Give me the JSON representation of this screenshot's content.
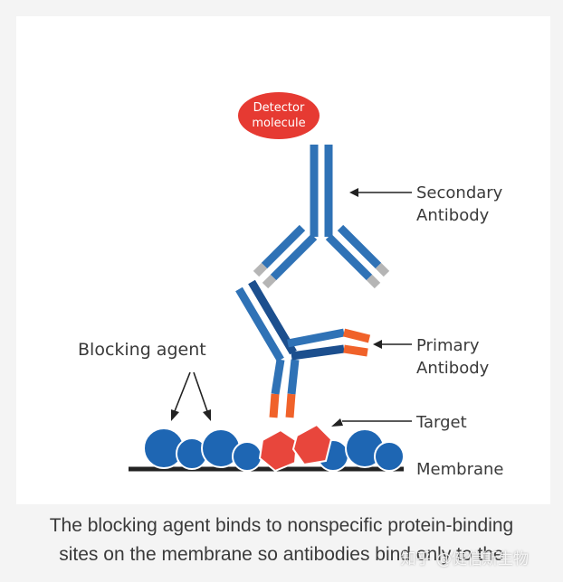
{
  "labels": {
    "detector": [
      "Detector",
      "molecule"
    ],
    "secondary": [
      "Secondary",
      "Antibody"
    ],
    "primary": [
      "Primary",
      "Antibody"
    ],
    "blocking": "Blocking agent",
    "target": "Target",
    "membrane": "Membrane"
  },
  "caption": [
    "The blocking agent binds to nonspecific protein-binding",
    "sites on the membrane so antibodies bind only to the"
  ],
  "watermark": "知乎 @健信斯生物",
  "colors": {
    "antibody_blue": "#2f72b6",
    "antibody_dark": "#1c4f8e",
    "detector_red": "#e63a32",
    "tip_orange": "#f0622a",
    "tip_gray": "#b5b5b5",
    "blocking_blue": "#1e66b3",
    "target_red": "#e8463c",
    "membrane": "#222222",
    "label_text": "#3a3a3a"
  }
}
